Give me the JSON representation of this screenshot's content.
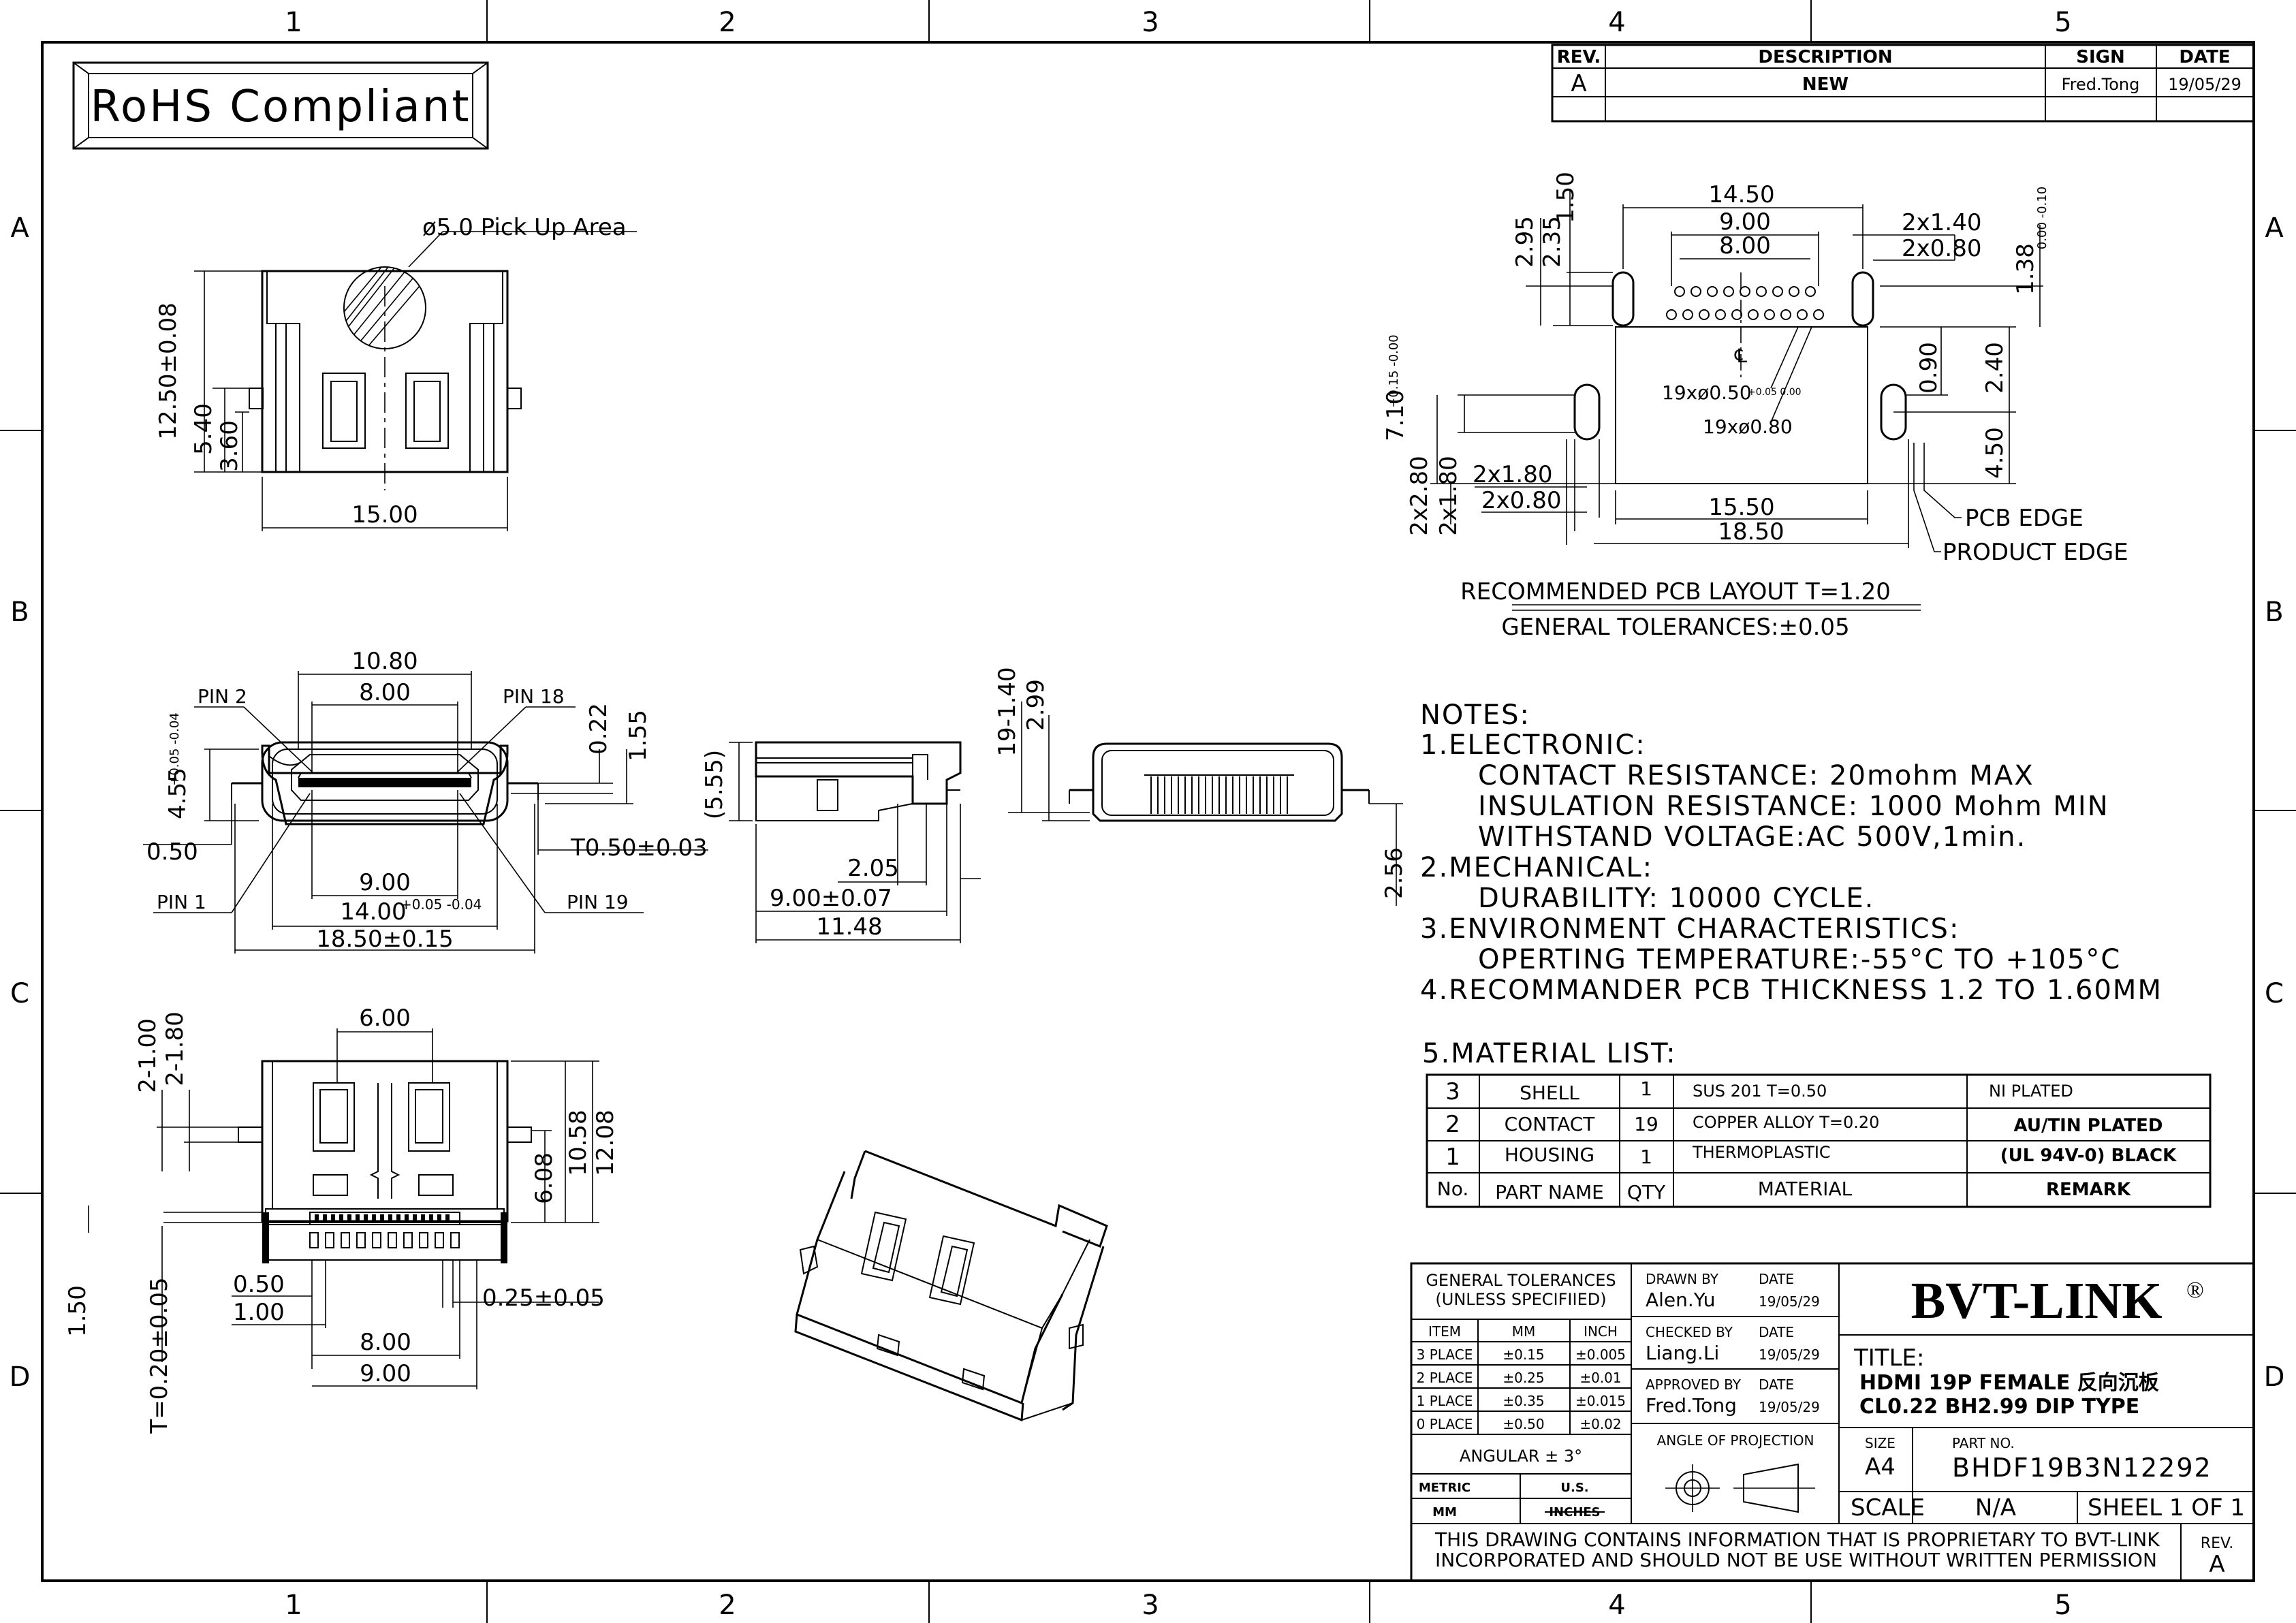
{
  "frame": {
    "cols": [
      "1",
      "2",
      "3",
      "4",
      "5"
    ],
    "rows": [
      "A",
      "B",
      "C",
      "D"
    ]
  },
  "rohs": "RoHS Compliant",
  "revision_table": {
    "headers": [
      "REV.",
      "DESCRIPTION",
      "SIGN",
      "DATE"
    ],
    "row": [
      "A",
      "NEW",
      "Fred.Tong",
      "19/05/29"
    ]
  },
  "top_view": {
    "pickup": "ø5.0 Pick Up Area",
    "d_12_50": "12.50±0.08",
    "d_5_40": "5.40",
    "d_3_60": "3.60",
    "d_15_00": "15.00"
  },
  "pcb_layout": {
    "d_14_50": "14.50",
    "d_9_00": "9.00",
    "d_8_00": "8.00",
    "d_2x1_40": "2x1.40",
    "d_2x0_80_top": "2x0.80",
    "d_1_38": "1.38",
    "d_1_38_tol": "0.00 -0.10",
    "d_1_50": "1.50",
    "d_2_95": "2.95",
    "d_2_35": "2.35",
    "d_19_holes_a": "19xø0.50",
    "d_19_holes_a_tol": "+0.05 0.00",
    "d_19_holes_b": "19xø0.80",
    "d_0_90": "0.90",
    "d_2_40": "2.40",
    "d_7_10": "7.10",
    "d_7_10_tol": "+0.15 -0.00",
    "d_4_50": "4.50",
    "d_2x2_80": "2x2.80",
    "d_2x1_80_v": "2x1.80",
    "d_2x1_80": "2x1.80",
    "d_2x0_80": "2x0.80",
    "d_15_50": "15.50",
    "d_18_50": "18.50",
    "pcb_edge": "PCB EDGE",
    "product_edge": "PRODUCT EDGE",
    "caption": "RECOMMENDED PCB LAYOUT T=1.20",
    "tolerance": "GENERAL TOLERANCES:±0.05"
  },
  "front_view": {
    "d_10_80": "10.80",
    "d_8_00": "8.00",
    "pin2": "PIN 2",
    "pin18": "PIN 18",
    "pin1": "PIN 1",
    "pin19": "PIN 19",
    "d_4_55": "4.55",
    "d_4_55_tol": "+0.05 -0.04",
    "d_0_22": "0.22",
    "d_1_55": "1.55",
    "d_0_50": "0.50",
    "d_t0_50": "T0.50±0.03",
    "d_9_00": "9.00",
    "d_14_00": "14.00",
    "d_14_00_tol": "+0.05 -0.04",
    "d_18_50": "18.50±0.15"
  },
  "side_view": {
    "d_5_55": "(5.55)",
    "d_2_05": "2.05",
    "d_9_00": "9.00±0.07",
    "d_11_48": "11.48"
  },
  "rear_view": {
    "d_19_1_40": "19-1.40",
    "d_2_99": "2.99",
    "d_2_56": "2.56"
  },
  "bottom_view": {
    "d_6_00": "6.00",
    "d_2_1_00": "2-1.00",
    "d_2_1_80": "2-1.80",
    "d_10_58": "10.58",
    "d_12_08": "12.08",
    "d_6_08": "6.08",
    "d_1_50": "1.50",
    "d_t0_20": "T=0.20±0.05",
    "d_0_50": "0.50",
    "d_1_00": "1.00",
    "d_0_25": "0.25±0.05",
    "d_8_00": "8.00",
    "d_9_00": "9.00"
  },
  "notes": {
    "title": "NOTES:",
    "lines": [
      "1.ELECTRONIC:",
      "CONTACT RESISTANCE: 20mohm MAX",
      "INSULATION RESISTANCE: 1000 Mohm MIN",
      "WITHSTAND VOLTAGE:AC 500V,1min.",
      "2.MECHANICAL:",
      "DURABILITY: 10000 CYCLE.",
      "3.ENVIRONMENT CHARACTERISTICS:",
      "OPERTING TEMPERATURE:-55°C TO +105°C",
      "4.RECOMMANDER PCB THICKNESS 1.2 TO 1.60MM"
    ]
  },
  "material_list": {
    "title": "5.MATERIAL LIST:",
    "rows": [
      [
        "3",
        "SHELL",
        "1",
        "SUS 201  T=0.50",
        "NI PLATED"
      ],
      [
        "2",
        "CONTACT",
        "19",
        "COPPER ALLOY T=0.20",
        "AU/TIN PLATED"
      ],
      [
        "1",
        "HOUSING",
        "1",
        "THERMOPLASTIC",
        "(UL 94V-0) BLACK"
      ]
    ],
    "header": [
      "No.",
      "PART NAME",
      "QTY",
      "MATERIAL",
      "REMARK"
    ]
  },
  "title_block": {
    "gen_tol": "GENERAL TOLERANCES",
    "unless": "(UNLESS SPECIFIIED)",
    "tol_head": [
      "ITEM",
      "MM",
      "INCH"
    ],
    "tol_rows": [
      [
        "3 PLACE",
        "±0.15",
        "±0.005"
      ],
      [
        "2 PLACE",
        "±0.25",
        "±0.01"
      ],
      [
        "1 PLACE",
        "±0.35",
        "±0.015"
      ],
      [
        "0 PLACE",
        "±0.50",
        "±0.02"
      ]
    ],
    "angular": "ANGULAR ± 3°",
    "metric": "METRIC",
    "us": "U.S.",
    "mm": "MM",
    "inches": "INCHES",
    "drawn_by": "DRAWN BY",
    "drawn_name": "Alen.Yu",
    "checked_by": "CHECKED BY",
    "checked_name": "Liang.Li",
    "approved_by": "APPROVED BY",
    "approved_name": "Fred.Tong",
    "date_label": "DATE",
    "date": "19/05/29",
    "angle_proj": "ANGLE OF PROJECTION",
    "brand": "BVT-LINK",
    "brand_reg": "®",
    "title_label": "TITLE:",
    "title_line1": "HDMI 19P FEMALE 反向沉板",
    "title_line2": "CL0.22 BH2.99 DIP TYPE",
    "size_label": "SIZE",
    "size": "A4",
    "part_label": "PART NO.",
    "part_no": "BHDF19B3N12292",
    "scale_label": "SCALE",
    "scale": "N/A",
    "sheet": "SHEEL 1 OF 1",
    "notice_1": "THIS DRAWING CONTAINS INFORMATION THAT IS PROPRIETARY TO BVT-LINK",
    "notice_2": "INCORPORATED AND SHOULD NOT BE USE WITHOUT WRITTEN PERMISSION",
    "rev_label": "REV.",
    "rev": "A"
  }
}
